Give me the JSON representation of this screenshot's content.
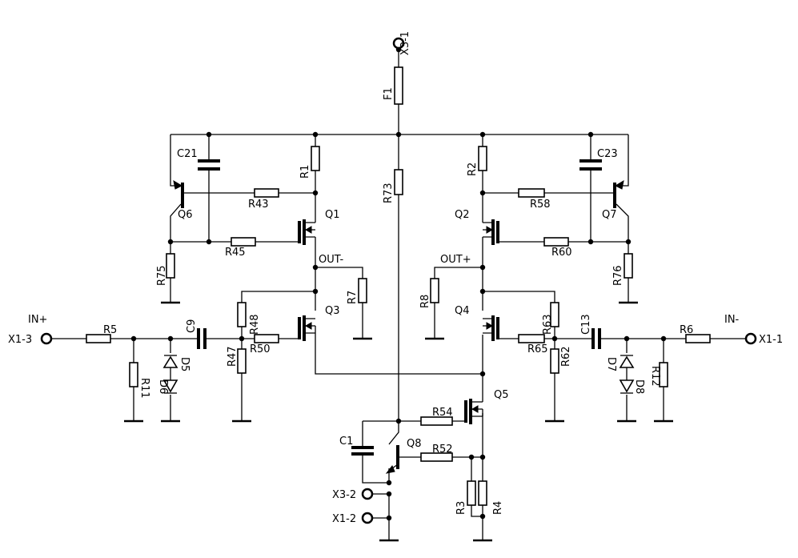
{
  "labels": {
    "X3_1": "X3-1",
    "F1": "F1",
    "C21": "C21",
    "C23": "C23",
    "R1": "R1",
    "R2": "R2",
    "R73": "R73",
    "Q6": "Q6",
    "Q7": "Q7",
    "R43": "R43",
    "R58": "R58",
    "Q1": "Q1",
    "Q2": "Q2",
    "R45": "R45",
    "R60": "R60",
    "R75": "R75",
    "R76": "R76",
    "OUT_minus": "OUT-",
    "OUT_plus": "OUT+",
    "R7": "R7",
    "R8": "R8",
    "R48": "R48",
    "R63": "R63",
    "Q3": "Q3",
    "Q4": "Q4",
    "R50": "R50",
    "R65": "R65",
    "C9": "C9",
    "C13": "C13",
    "IN_plus": "IN+",
    "IN_minus": "IN-",
    "X1_3": "X1-3",
    "X1_1": "X1-1",
    "R5": "R5",
    "R6": "R6",
    "R47": "R47",
    "R62": "R62",
    "D5": "D5",
    "D6": "D6",
    "D7": "D7",
    "D8": "D8",
    "R11": "R11",
    "R12": "R12",
    "Q5": "Q5",
    "R54": "R54",
    "C1": "C1",
    "Q8": "Q8",
    "R52": "R52",
    "X3_2": "X3-2",
    "X1_2": "X1-2",
    "R3": "R3",
    "R4": "R4"
  }
}
